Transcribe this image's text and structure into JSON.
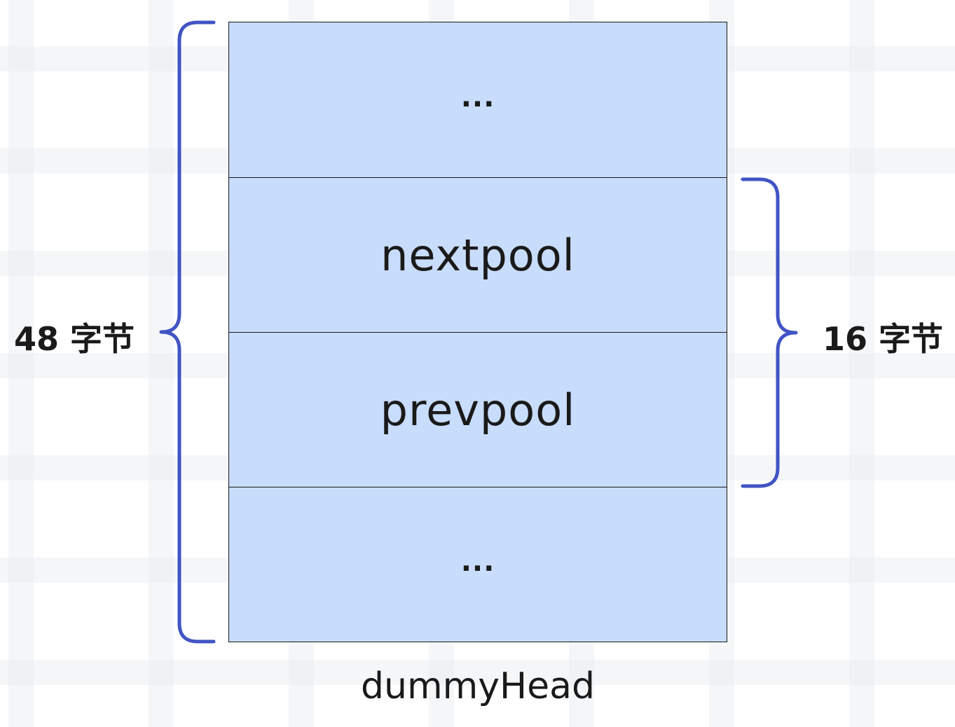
{
  "cells": [
    {
      "text": "..."
    },
    {
      "text": "nextpool"
    },
    {
      "text": "prevpool"
    },
    {
      "text": "..."
    }
  ],
  "left_label": "48 字节",
  "right_label": "16 字节",
  "caption": "dummyHead",
  "colors": {
    "cell_fill": "#c8dcfb",
    "brace": "#4154c4",
    "border": "#1a1a1a"
  }
}
